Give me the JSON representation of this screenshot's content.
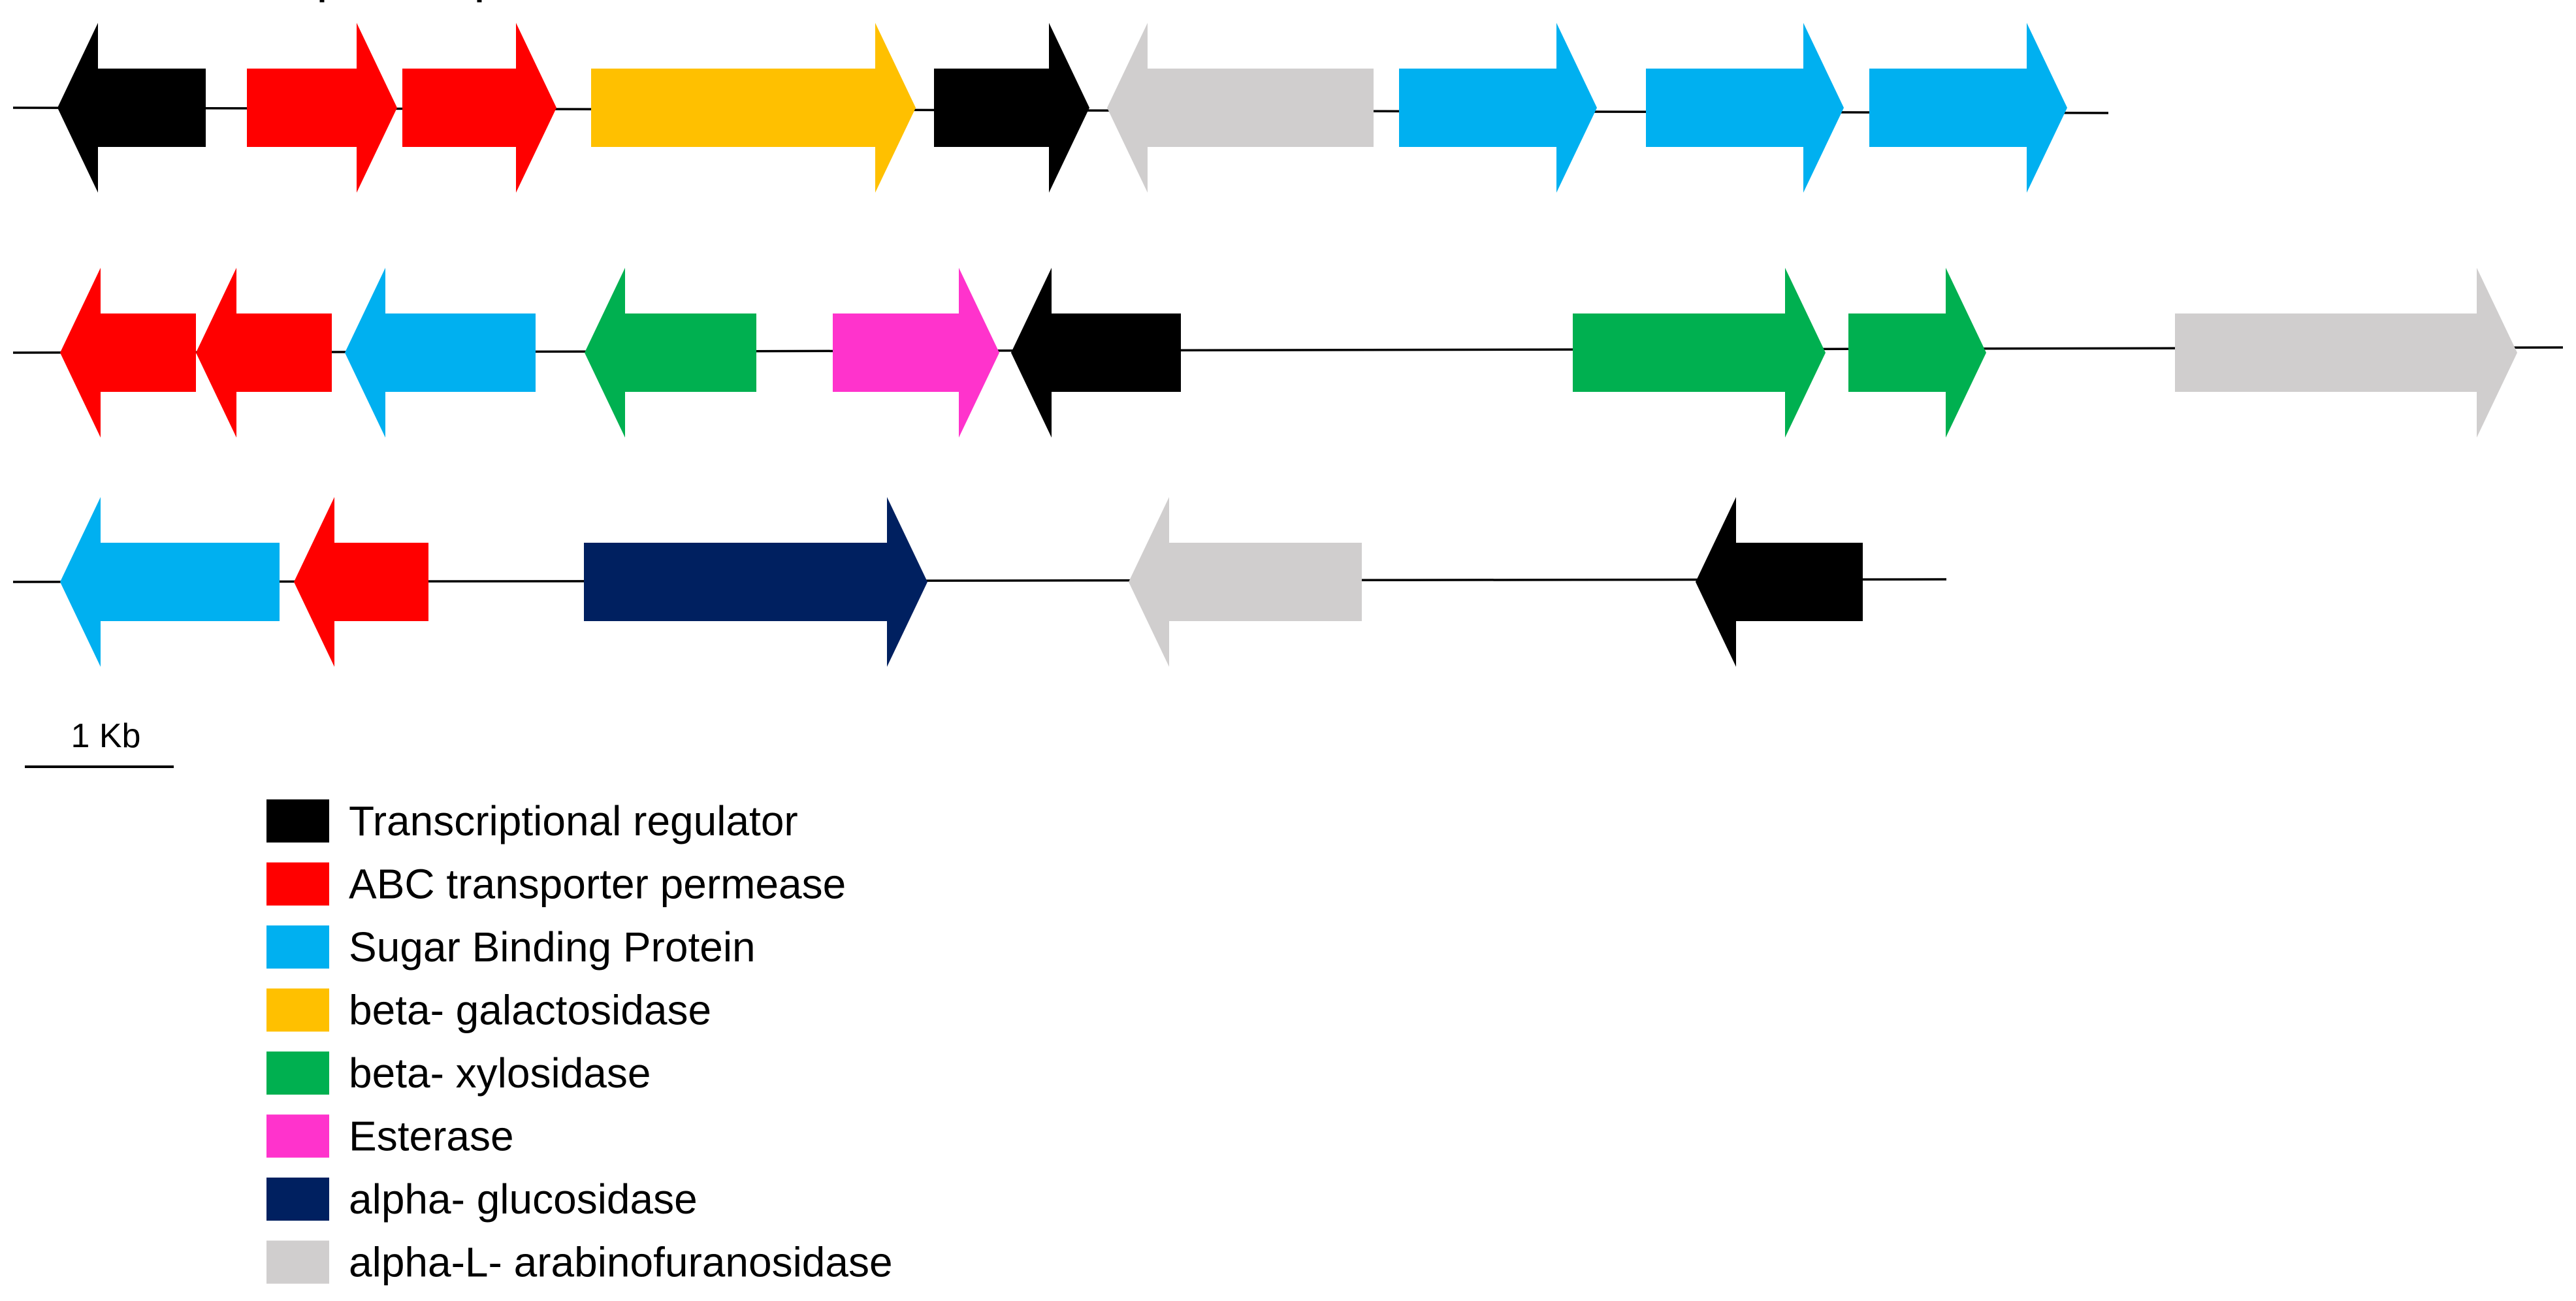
{
  "scale_bar": {
    "label": "1 Kb"
  },
  "legend": [
    {
      "id": "transcriptional-regulator",
      "label": "Transcriptional regulator",
      "color": "#000000"
    },
    {
      "id": "abc-transporter-permease",
      "label": "ABC transporter permease",
      "color": "#ff0000"
    },
    {
      "id": "sugar-binding-protein",
      "label": "Sugar Binding Protein",
      "color": "#00b0f0"
    },
    {
      "id": "beta-galactosidase",
      "label": "beta- galactosidase",
      "color": "#ffc000"
    },
    {
      "id": "beta-xylosidase",
      "label": "beta- xylosidase",
      "color": "#00b050"
    },
    {
      "id": "esterase",
      "label": "Esterase",
      "color": "#ff33cc"
    },
    {
      "id": "alpha-glucosidase",
      "label": "alpha- glucosidase",
      "color": "#002060"
    },
    {
      "id": "alpha-l-arabinofuranosidase",
      "label": "alpha-L- arabinofuranosidase",
      "color": "#d0cece"
    }
  ],
  "gene_clusters": [
    {
      "genes": [
        {
          "function": "transcriptional-regulator",
          "strand": "-"
        },
        {
          "function": "abc-transporter-permease",
          "strand": "+",
          "marker": "*"
        },
        {
          "function": "abc-transporter-permease",
          "strand": "+",
          "marker": "*"
        },
        {
          "function": "beta-galactosidase",
          "strand": "+"
        },
        {
          "function": "transcriptional-regulator",
          "strand": "+"
        },
        {
          "function": "alpha-l-arabinofuranosidase",
          "strand": "-"
        },
        {
          "function": "sugar-binding-protein",
          "strand": "+"
        },
        {
          "function": "sugar-binding-protein",
          "strand": "+"
        },
        {
          "function": "sugar-binding-protein",
          "strand": "+"
        }
      ]
    },
    {
      "genes": [
        {
          "function": "abc-transporter-permease",
          "strand": "-"
        },
        {
          "function": "abc-transporter-permease",
          "strand": "-"
        },
        {
          "function": "sugar-binding-protein",
          "strand": "-"
        },
        {
          "function": "beta-xylosidase",
          "strand": "-"
        },
        {
          "function": "esterase",
          "strand": "+"
        },
        {
          "function": "transcriptional-regulator",
          "strand": "-"
        },
        {
          "function": "beta-xylosidase",
          "strand": "+"
        },
        {
          "function": "beta-xylosidase",
          "strand": "+"
        },
        {
          "function": "alpha-l-arabinofuranosidase",
          "strand": "+"
        }
      ]
    },
    {
      "genes": [
        {
          "function": "sugar-binding-protein",
          "strand": "-"
        },
        {
          "function": "abc-transporter-permease",
          "strand": "-"
        },
        {
          "function": "alpha-glucosidase",
          "strand": "+"
        },
        {
          "function": "alpha-l-arabinofuranosidase",
          "strand": "-"
        },
        {
          "function": "transcriptional-regulator",
          "strand": "-"
        }
      ]
    }
  ]
}
